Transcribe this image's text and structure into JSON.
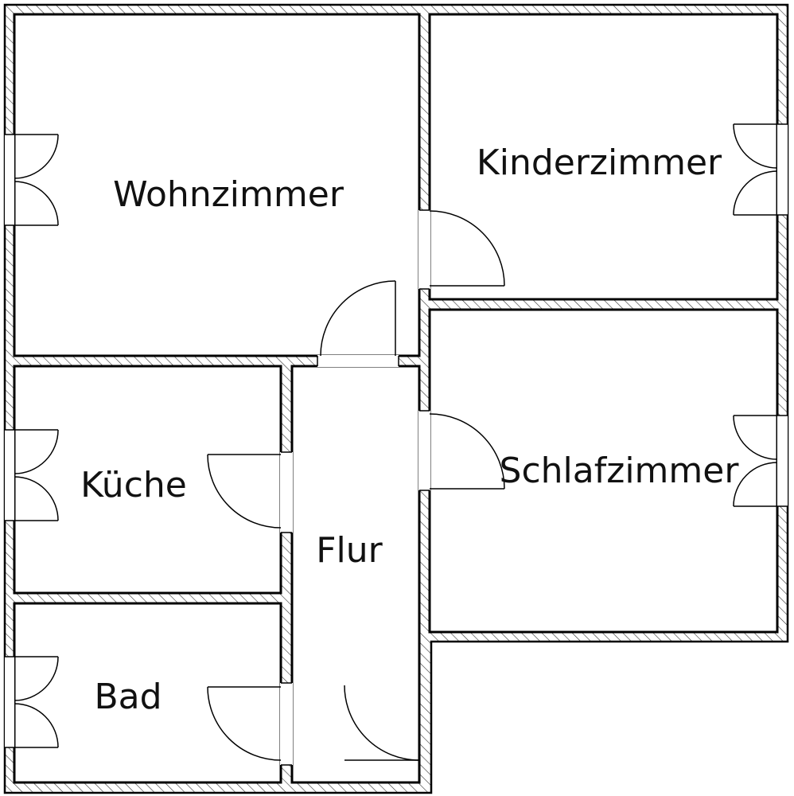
{
  "rooms": {
    "wohnzimmer": "Wohnzimmer",
    "kinderzimmer": "Kinderzimmer",
    "schlafzimmer": "Schlafzimmer",
    "kueche": "Küche",
    "flur": "Flur",
    "bad": "Bad"
  }
}
